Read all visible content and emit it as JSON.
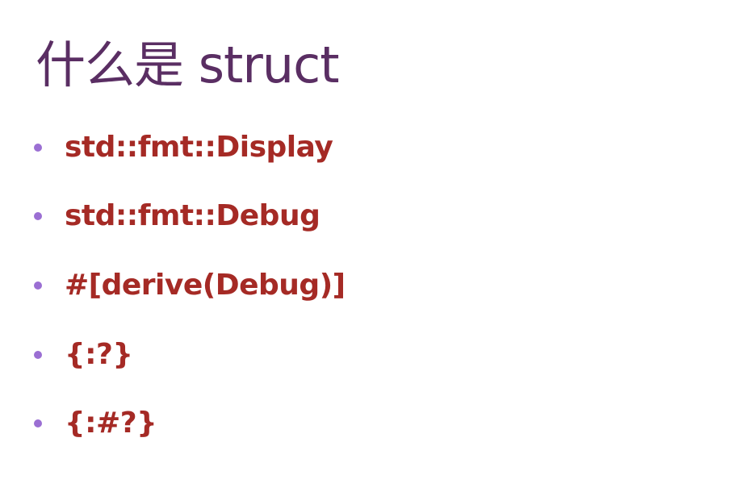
{
  "slide": {
    "title": "什么是 struct",
    "bullet_color": "#9b6fd3",
    "text_color": "#a52a25",
    "items": [
      {
        "label": "std::fmt::Display"
      },
      {
        "label": "std::fmt::Debug"
      },
      {
        "label": "#[derive(Debug)]"
      },
      {
        "label": "{:?}"
      },
      {
        "label": "{:#?}"
      }
    ]
  }
}
